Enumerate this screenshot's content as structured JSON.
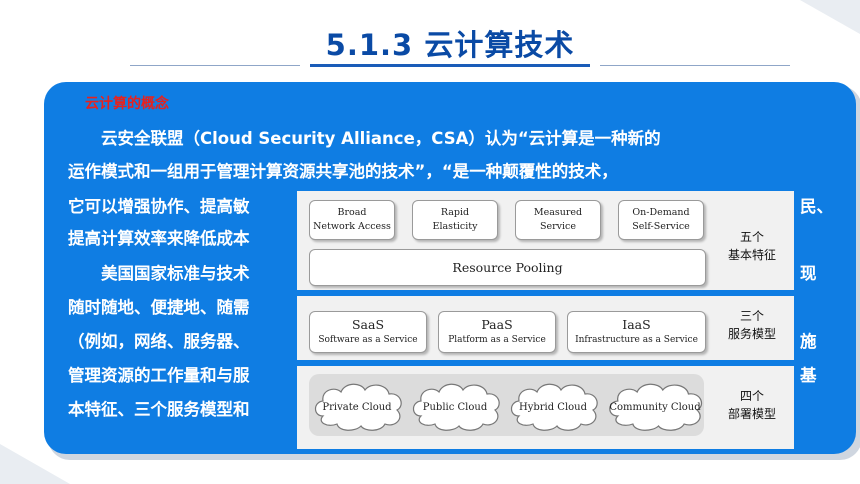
{
  "header": {
    "title": "5.1.3  云计算技术"
  },
  "content": {
    "concept_title": "云计算的概念",
    "lines": [
      "　　云安全联盟（Cloud Security Alliance，CSA）认为“云计算是一种新的",
      "运作模式和一组用于管理计算资源共享池的技术”，“是一种颠覆性的技术，",
      "它可以增强协作、提高敏",
      "提高计算效率来降低成本",
      "　　美国国家标准与技术",
      "随时随地、便捷地、随需",
      "（例如，网络、服务器、",
      "管理资源的工作量和与服",
      "本特征、三个服务模型和"
    ],
    "line_tails": [
      "",
      "",
      "民、",
      "",
      "现",
      "",
      "施",
      "基",
      ""
    ]
  },
  "diagram": {
    "characteristics": [
      {
        "l1": "Broad",
        "l2": "Network Access"
      },
      {
        "l1": "Rapid",
        "l2": "Elasticity"
      },
      {
        "l1": "Measured",
        "l2": "Service"
      },
      {
        "l1": "On-Demand",
        "l2": "Self-Service"
      }
    ],
    "resource_pooling": "Resource Pooling",
    "characteristics_label": {
      "l1": "五个",
      "l2": "基本特征"
    },
    "services": [
      {
        "name": "SaaS",
        "sub": "Software as a Service"
      },
      {
        "name": "PaaS",
        "sub": "Platform as a Service"
      },
      {
        "name": "IaaS",
        "sub": "Infrastructure as a Service"
      }
    ],
    "services_label": {
      "l1": "三个",
      "l2": "服务模型"
    },
    "deployments": [
      "Private Cloud",
      "Public Cloud",
      "Hybrid Cloud",
      "Community Cloud"
    ],
    "deployments_label": {
      "l1": "四个",
      "l2": "部署模型"
    }
  }
}
